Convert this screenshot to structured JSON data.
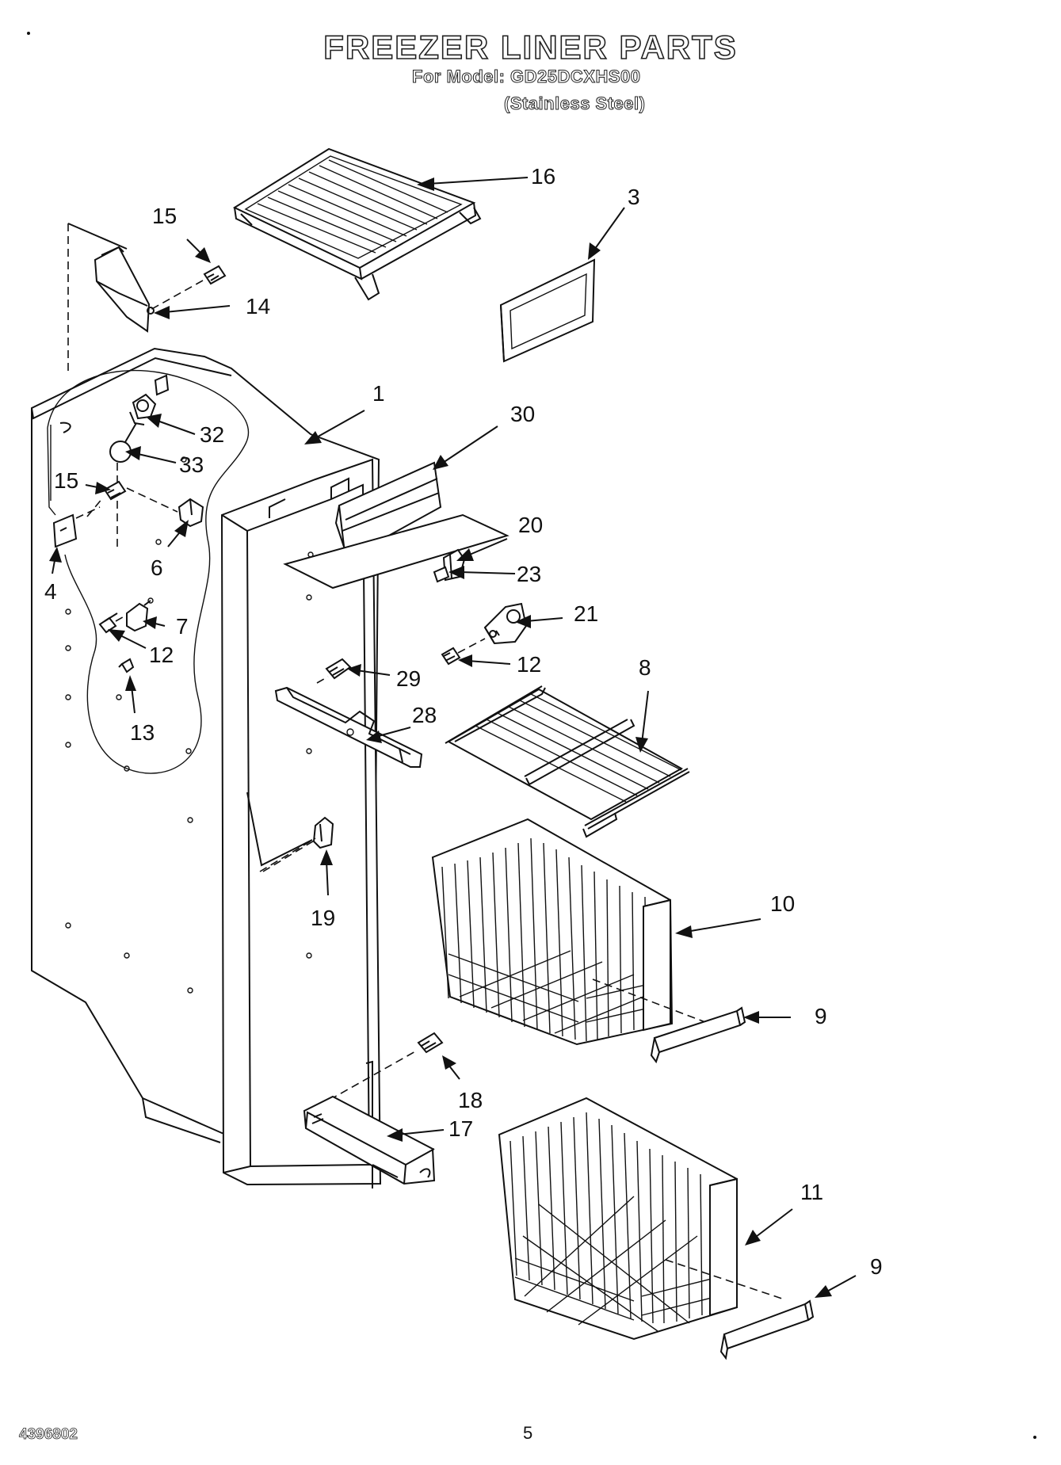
{
  "title": "FREEZER LINER PARTS",
  "subtitle": "For Model: GD25DCXHS00",
  "subtitle2": "(Stainless Steel)",
  "footer_left": "4396802",
  "footer_page": "5",
  "part_labels": {
    "p16": "16",
    "p3": "3",
    "p15a": "15",
    "p14": "14",
    "p1": "1",
    "p30": "30",
    "p32": "32",
    "p33": "33",
    "p15b": "15",
    "p6": "6",
    "p4": "4",
    "p20": "20",
    "p23": "23",
    "p21": "21",
    "p7": "7",
    "p12a": "12",
    "p12b": "12",
    "p8": "8",
    "p29": "29",
    "p28": "28",
    "p13": "13",
    "p19": "19",
    "p10": "10",
    "p9a": "9",
    "p18": "18",
    "p17": "17",
    "p11": "11",
    "p9b": "9"
  }
}
